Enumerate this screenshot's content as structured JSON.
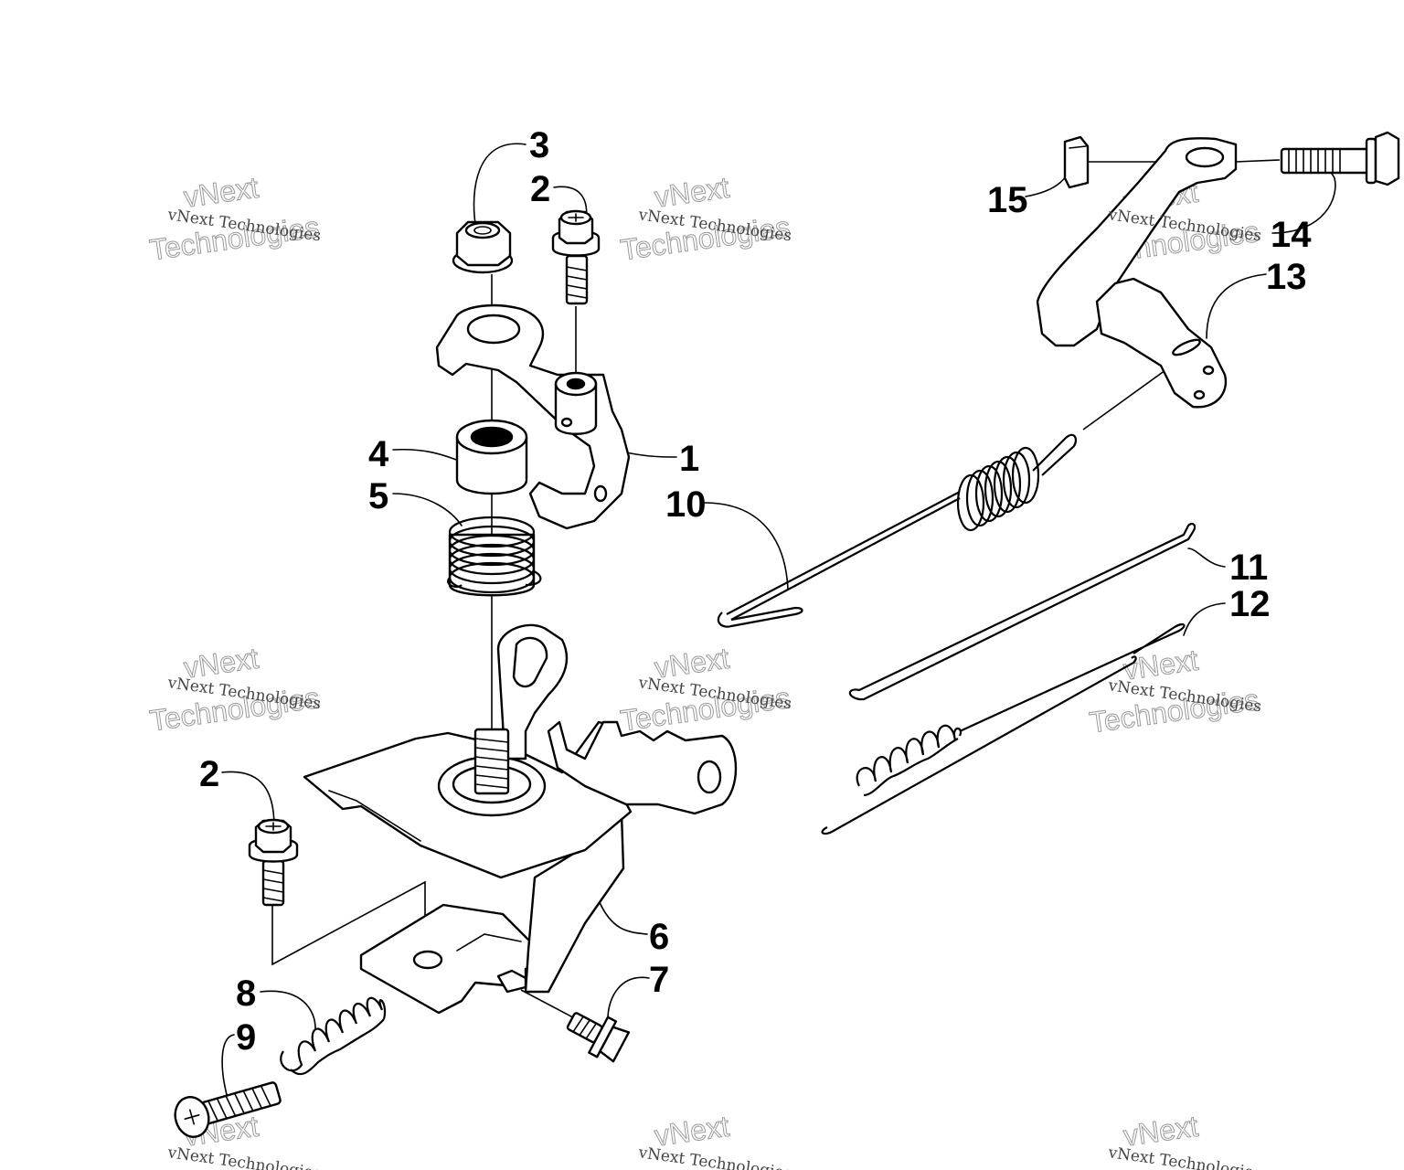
{
  "diagram": {
    "watermark": {
      "line_small": "vNext Technologies",
      "line_top": "vNext",
      "line_big": "Technologies"
    },
    "callouts": [
      {
        "id": "c1",
        "label": "1"
      },
      {
        "id": "c2a",
        "label": "2"
      },
      {
        "id": "c2b",
        "label": "2"
      },
      {
        "id": "c3",
        "label": "3"
      },
      {
        "id": "c4",
        "label": "4"
      },
      {
        "id": "c5",
        "label": "5"
      },
      {
        "id": "c6",
        "label": "6"
      },
      {
        "id": "c7",
        "label": "7"
      },
      {
        "id": "c8",
        "label": "8"
      },
      {
        "id": "c9",
        "label": "9"
      },
      {
        "id": "c10",
        "label": "10"
      },
      {
        "id": "c11",
        "label": "11"
      },
      {
        "id": "c12",
        "label": "12"
      },
      {
        "id": "c13",
        "label": "13"
      },
      {
        "id": "c14",
        "label": "14"
      },
      {
        "id": "c15",
        "label": "15"
      }
    ]
  }
}
